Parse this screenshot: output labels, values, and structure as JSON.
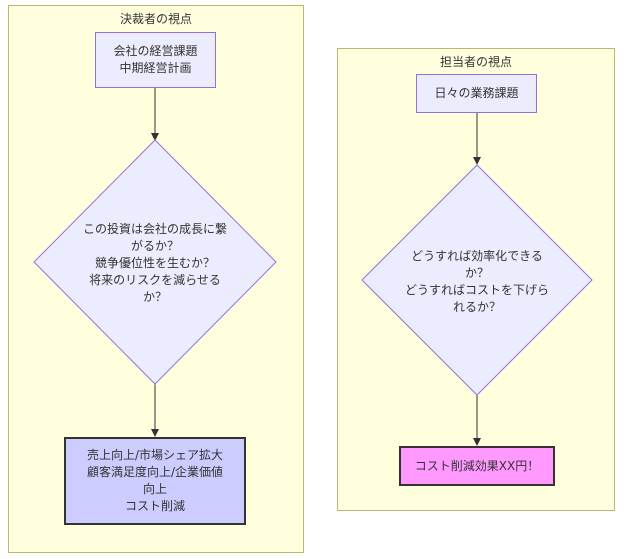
{
  "lanes": {
    "left": {
      "title": "決裁者の視点",
      "start": [
        "会社の経営課題",
        "中期経営計画"
      ],
      "decision": [
        "この投資は会社の成長に繋",
        "がるか？",
        "競争優位性を生むか？",
        "将来のリスクを減らせる",
        "か？"
      ],
      "outcome": [
        "売上向上/市場シェア拡大",
        "顧客満足度向上/企業価値",
        "向上",
        "コスト削減"
      ]
    },
    "right": {
      "title": "担当者の視点",
      "start": [
        "日々の業務課題"
      ],
      "decision": [
        "どうすれば効率化できる",
        "か？",
        "どうすればコストを下げら",
        "れるか？"
      ],
      "outcome": [
        "コスト削減効果XX円！"
      ]
    }
  },
  "colors": {
    "lane_fill": "#ffffde",
    "node_fill": "#ececff",
    "node_border": "#9370db",
    "outcome_left_fill": "#ccccff",
    "outcome_right_fill": "#ff99ff"
  }
}
